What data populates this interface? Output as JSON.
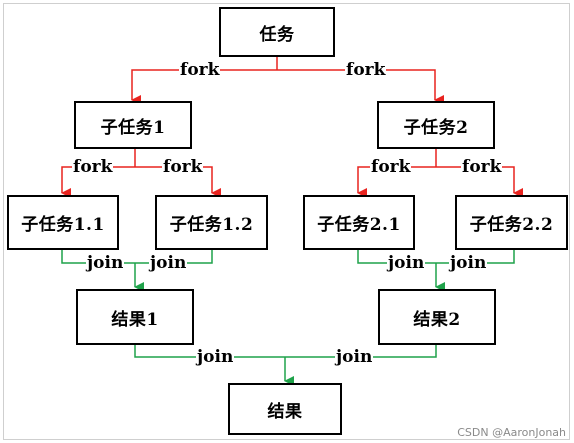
{
  "colors": {
    "fork": "#e8231f",
    "join": "#1fa24a",
    "border": "#000000"
  },
  "nodes": {
    "root": "任务",
    "task1": "子任务1",
    "task2": "子任务2",
    "task11": "子任务1.1",
    "task12": "子任务1.2",
    "task21": "子任务2.1",
    "task22": "子任务2.2",
    "result1": "结果1",
    "result2": "结果2",
    "result": "结果"
  },
  "edge_labels": {
    "fork": "fork",
    "join": "join"
  },
  "watermark": "CSDN @AaronJonah"
}
